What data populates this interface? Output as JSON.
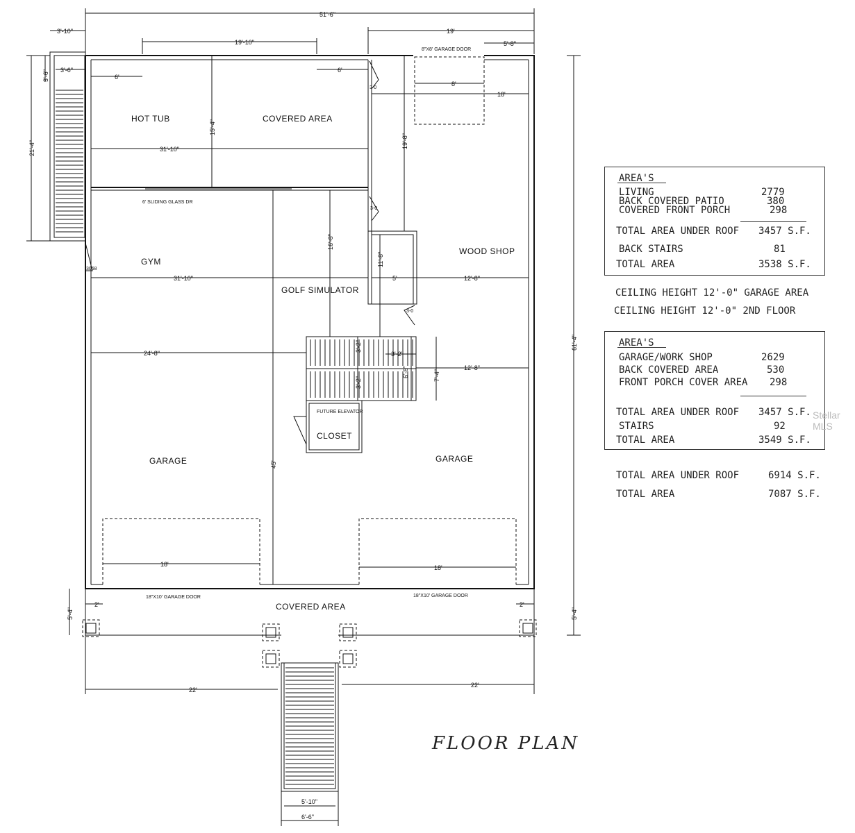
{
  "title": "FLOOR PLAN",
  "watermark": "Stellar MLS",
  "rooms": {
    "hot_tub": "HOT TUB",
    "covered_area_top": "COVERED AREA",
    "gym": "GYM",
    "golf_simulator": "GOLF SIMULATOR",
    "wood_shop": "WOOD SHOP",
    "garage_left": "GARAGE",
    "garage_right": "GARAGE",
    "closet": "CLOSET",
    "future_elevator": "FUTURE ELEVATOR",
    "covered_area_bottom": "COVERED AREA"
  },
  "labels": {
    "garage_door_top": "8\"X8' GARAGE DOOR",
    "sliding_glass": "6' SLIDING GLASS DR",
    "garage_door_left": "18\"X10' GARAGE DOOR",
    "garage_door_right": "18\"X10' GARAGE DOOR",
    "door_3068": "3068",
    "door_3_0_a": "3-0",
    "door_3_0_b": "3-0",
    "door_3_0_c": "3-0"
  },
  "dimensions": {
    "overall_width": "51'-6\"",
    "top_left": "3'-10\"",
    "top_middle": "19'-10\"",
    "top_right": "19'",
    "top_far_right": "5'-8\"",
    "stair_inner": "3'-6\"",
    "stair_left": "3'-6\"",
    "left_height": "21'-4\"",
    "six_left": "6'",
    "six_right": "6'",
    "eight": "8'",
    "eighteen_top": "18'",
    "cover_height": "15'-4\"",
    "cover_width": "31'-10\"",
    "shop_height": "19'-8\"",
    "gym_height": "16'-8\"",
    "gym_width": "31'-10\"",
    "bath_height": "11'-8\"",
    "bath_width": "5'",
    "shop_width": "12'-8\"",
    "garage_width": "24'-8\"",
    "stair_a": "3'-2\"",
    "stair_b": "3'-2\"",
    "stair_c": "3'-2\"",
    "stair_height": "6'-8\"",
    "stair_outer": "7'-4\"",
    "right_width": "12'-8\"",
    "garage_depth": "45'",
    "overall_depth": "61'-4\"",
    "door_left": "18'",
    "door_right": "18'",
    "two_left": "2'",
    "two_right": "2'",
    "porch_left": "5'-4\"",
    "porch_right": "5'-4\"",
    "porch_span_left": "22'",
    "porch_span_right": "22'",
    "front_stair_inner": "5'-10\"",
    "front_stair_outer": "6'-6\""
  },
  "area_tables": [
    {
      "heading": "AREA'S",
      "rows": [
        {
          "label": "LIVING",
          "value": "2779"
        },
        {
          "label": "BACK COVERED PATIO",
          "value": "380"
        },
        {
          "label": "COVERED FRONT PORCH",
          "value": "298"
        }
      ],
      "total_roof": {
        "label": "TOTAL AREA UNDER ROOF",
        "value": "3457 S.F."
      },
      "stairs": {
        "label": "BACK STAIRS",
        "value": "81"
      },
      "total": {
        "label": "TOTAL AREA",
        "value": "3538 S.F."
      }
    },
    {
      "heading": "AREA'S",
      "rows": [
        {
          "label": "GARAGE/WORK SHOP",
          "value": "2629"
        },
        {
          "label": "BACK COVERED AREA",
          "value": "530"
        },
        {
          "label": "FRONT PORCH COVER AREA",
          "value": "298"
        }
      ],
      "total_roof": {
        "label": "TOTAL AREA UNDER ROOF",
        "value": "3457 S.F."
      },
      "stairs": {
        "label": "STAIRS",
        "value": "92"
      },
      "total": {
        "label": "TOTAL AREA",
        "value": "3549 S.F."
      }
    }
  ],
  "ceiling_notes": [
    "CEILING HEIGHT 12'-0\" GARAGE AREA",
    "CEILING HEIGHT 12'-0\" 2ND FLOOR"
  ],
  "grand_totals": {
    "roof_label": "TOTAL AREA UNDER ROOF",
    "roof_value": "6914 S.F.",
    "total_label": "TOTAL AREA",
    "total_value": "7087 S.F."
  }
}
